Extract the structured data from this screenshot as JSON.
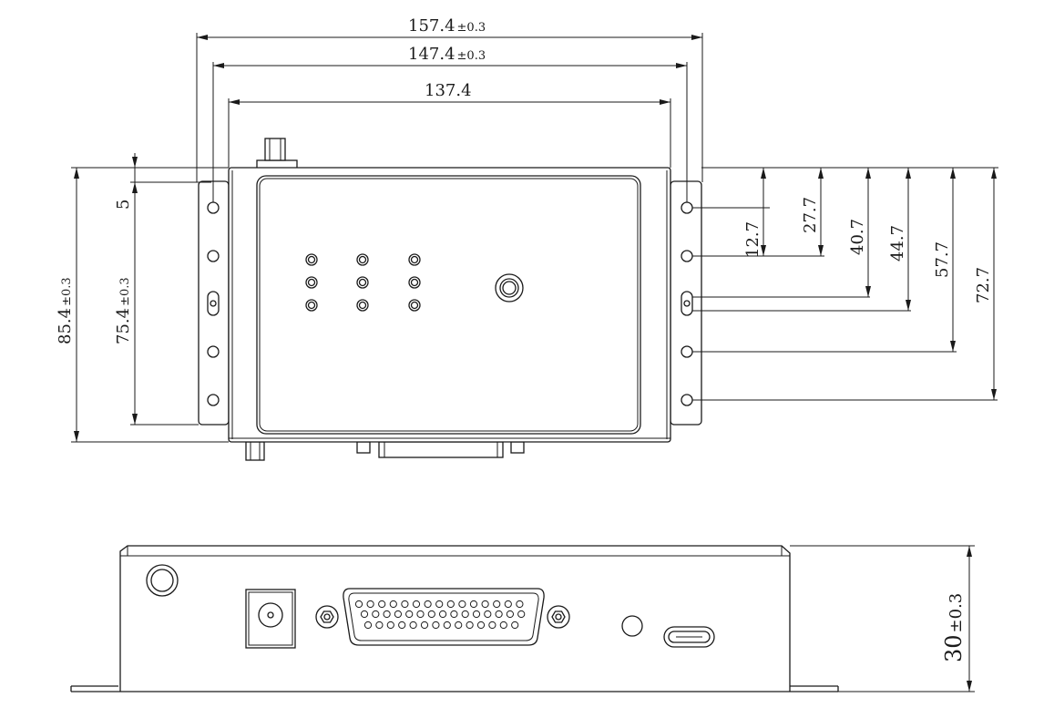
{
  "dimensions": {
    "overall_width": {
      "value": "157.4",
      "tol": "±0.3"
    },
    "hole_spacing_width": {
      "value": "147.4",
      "tol": "±0.3"
    },
    "body_width": {
      "value": "137.4"
    },
    "overall_depth": {
      "value": "85.4",
      "tol": "±0.3"
    },
    "inner_depth": {
      "value": "75.4",
      "tol": "±0.3"
    },
    "top_offset": {
      "value": "5"
    },
    "hole_1": {
      "value": "12.7"
    },
    "hole_2": {
      "value": "27.7"
    },
    "hole_3": {
      "value": "40.7"
    },
    "hole_4": {
      "value": "44.7"
    },
    "hole_5": {
      "value": "57.7"
    },
    "hole_6": {
      "value": "72.7"
    },
    "height": {
      "value": "30",
      "tol": "±0.3"
    }
  }
}
